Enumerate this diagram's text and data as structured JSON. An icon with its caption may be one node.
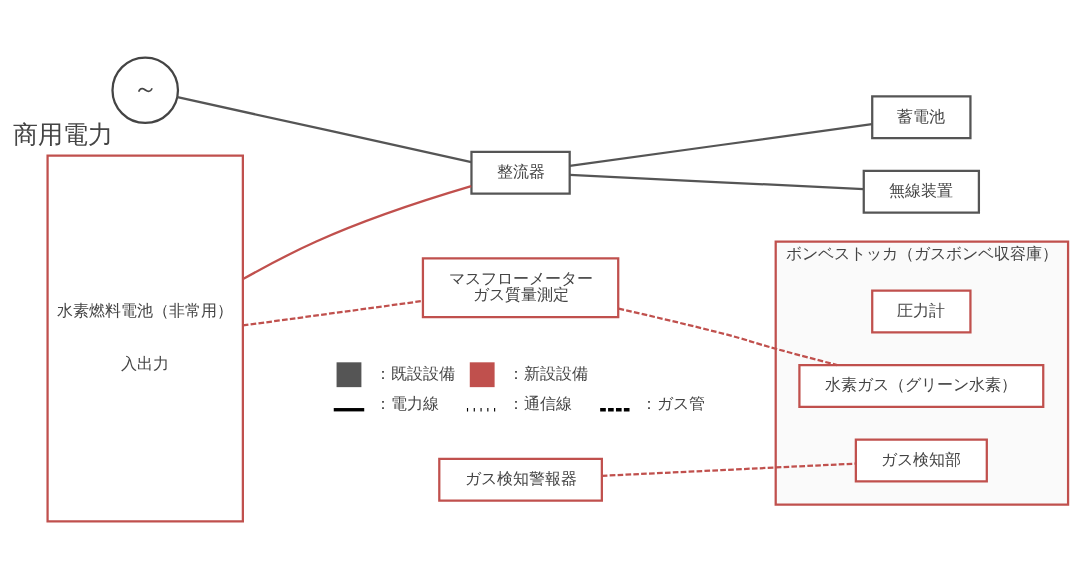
{
  "diagram": {
    "nodes": [
      {
        "text": [
          "水素燃料電池（非常用）",
          "入出力"
        ]
      },
      {
        "text": [
          "商用電力",
          "～"
        ]
      },
      {
        "text": [
          "整流器"
        ]
      },
      {
        "text": [
          "蓄電池"
        ]
      },
      {
        "text": [
          "無線装置"
        ]
      },
      {
        "text": [
          "ボンベストッカ（ガスボンベ収容庫）"
        ]
      },
      {
        "text": [
          "圧力計"
        ],
        "in": 5
      },
      {
        "text": [
          "ガス検知部"
        ],
        "in": 5
      },
      {
        "text": [
          "水素ガス（グリーン水素）"
        ],
        "in": 5
      },
      {
        "text": [
          "ガス検知警報器"
        ]
      },
      {
        "text": [
          "マスフローメーター",
          "ガス質量測定"
        ]
      }
    ],
    "edges": [
      {
        "from": 1,
        "to": 2,
        "arrow": "none",
        "color": "#555555"
      },
      {
        "from": 0,
        "to": 2,
        "arrow": "none"
      },
      {
        "from": 2,
        "to": 4,
        "arrow": "none",
        "color": "#555555"
      },
      {
        "from": 2,
        "to": 3,
        "arrow": "none",
        "color": "#555555"
      },
      {
        "from": 9,
        "to": 7,
        "arrow": "none",
        "style": "dashed"
      },
      {
        "from": 10,
        "to": 8,
        "arrow": "none",
        "style": "dashed"
      },
      {
        "from": 0,
        "to": 10,
        "arrow": "none",
        "style": "dashed"
      }
    ],
    "legend": [
      {
        "text": "：既設設備",
        "color": "#555555"
      },
      {
        "text": "：新設設備",
        "color": "#c0504d"
      },
      {
        "text": "：電力線"
      },
      {
        "text": "：通信線"
      },
      {
        "text": "：ガス管"
      }
    ]
  }
}
